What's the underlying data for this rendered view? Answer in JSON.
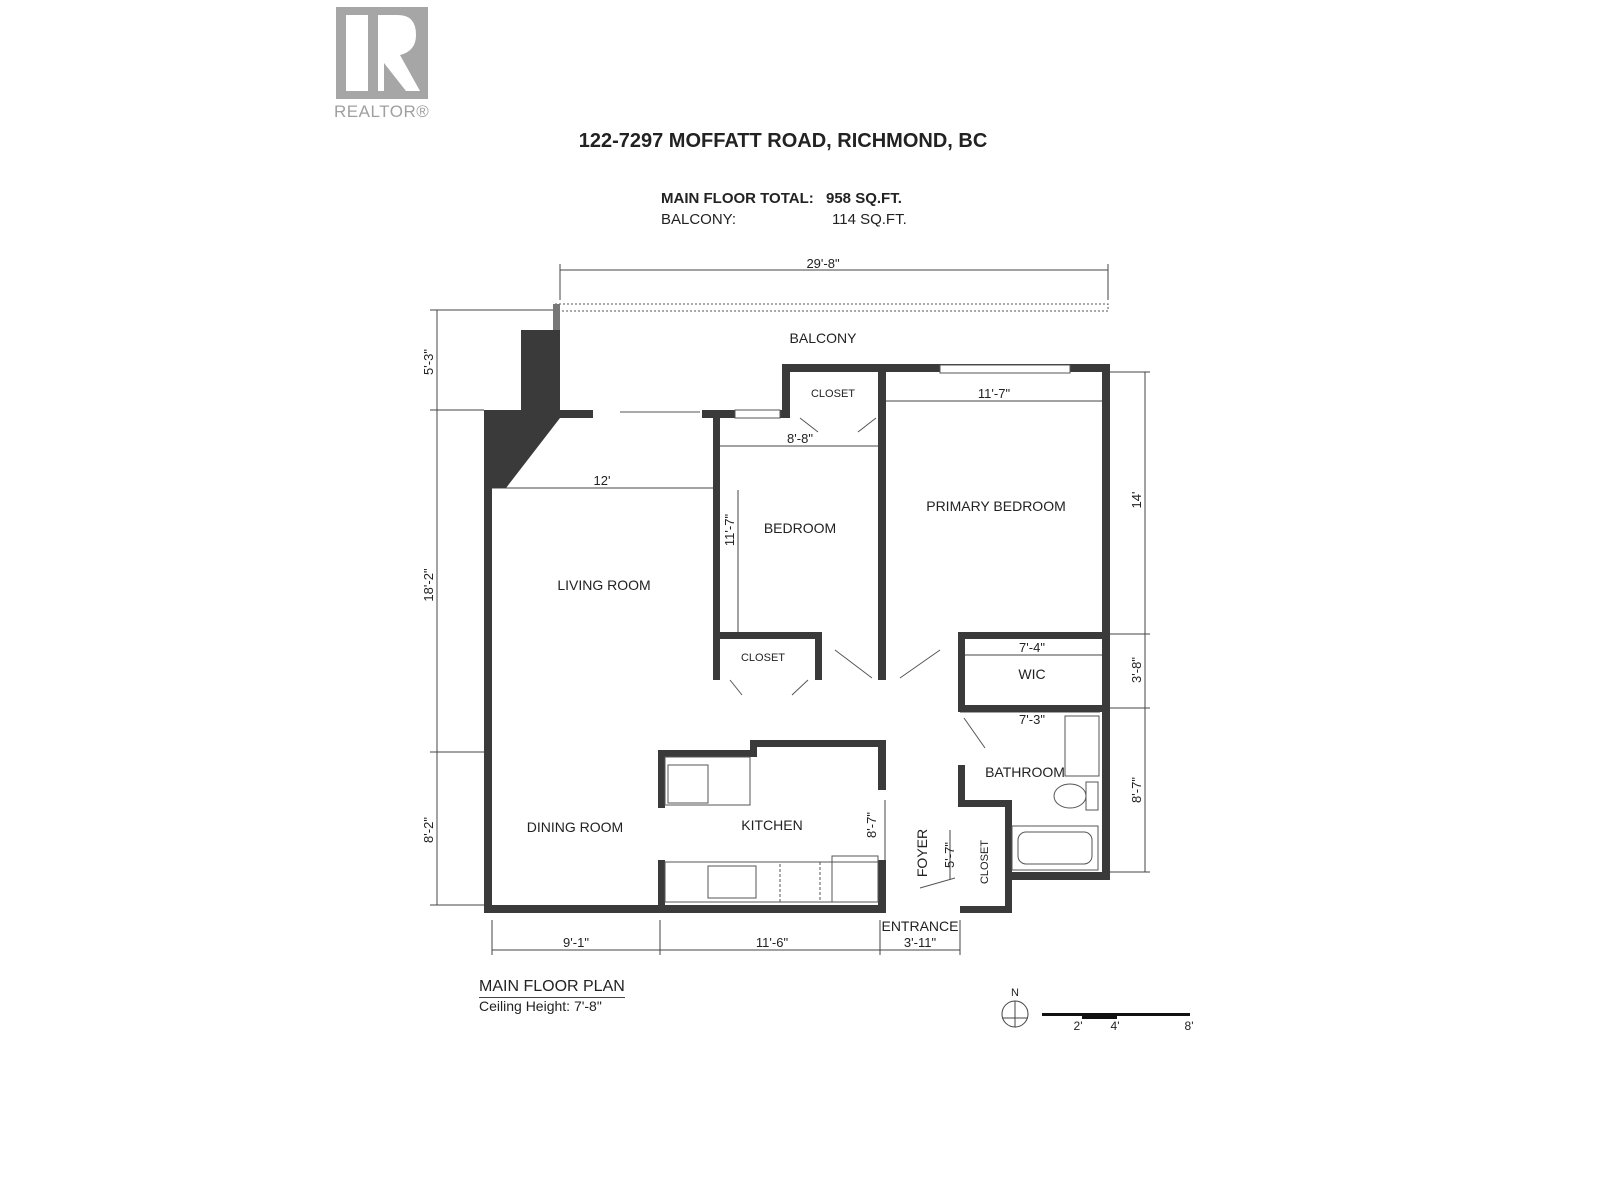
{
  "logo": {
    "letter": "R",
    "word": "REALTOR®"
  },
  "title": "122-7297 MOFFATT ROAD, RICHMOND, BC",
  "areas": [
    {
      "label": "MAIN FLOOR TOTAL:",
      "value": "958 SQ.FT."
    },
    {
      "label": "BALCONY:",
      "value": "114 SQ.FT."
    }
  ],
  "rooms": {
    "balcony": "BALCONY",
    "living": "LIVING ROOM",
    "dining": "DINING ROOM",
    "kitchen": "KITCHEN",
    "bedroom": "BEDROOM",
    "primary": "PRIMARY BEDROOM",
    "closet_top": "CLOSET",
    "closet_bed": "CLOSET",
    "closet_foyer": "CLOSET",
    "wic": "WIC",
    "bathroom": "BATHROOM",
    "foyer": "FOYER",
    "entrance": "ENTRANCE"
  },
  "dimensions": {
    "overall_width": "29'-8\"",
    "balcony_depth": "5'-3\"",
    "left_upper": "18'-2\"",
    "left_lower": "8'-2\"",
    "living_width": "12'",
    "bedroom_width": "8'-8\"",
    "bedroom_depth": "11'-7\"",
    "primary_width": "11'-7\"",
    "primary_depth": "14'",
    "wic_width": "7'-4\"",
    "wic_depth": "3'-8\"",
    "bath_width": "7'-3\"",
    "bath_depth": "8'-7\"",
    "kitchen_depth": "8'-7\"",
    "foyer_depth": "5'-7\"",
    "bottom_1": "9'-1\"",
    "bottom_2": "11'-6\"",
    "bottom_3": "3'-11\""
  },
  "plan_title": "MAIN FLOOR PLAN",
  "ceiling": "Ceiling Height: 7'-8\"",
  "compass": "N",
  "scale": [
    "2'",
    "4'",
    "8'"
  ],
  "colors": {
    "wall": "#3a3a3a",
    "logo": "#a6a6a6"
  }
}
